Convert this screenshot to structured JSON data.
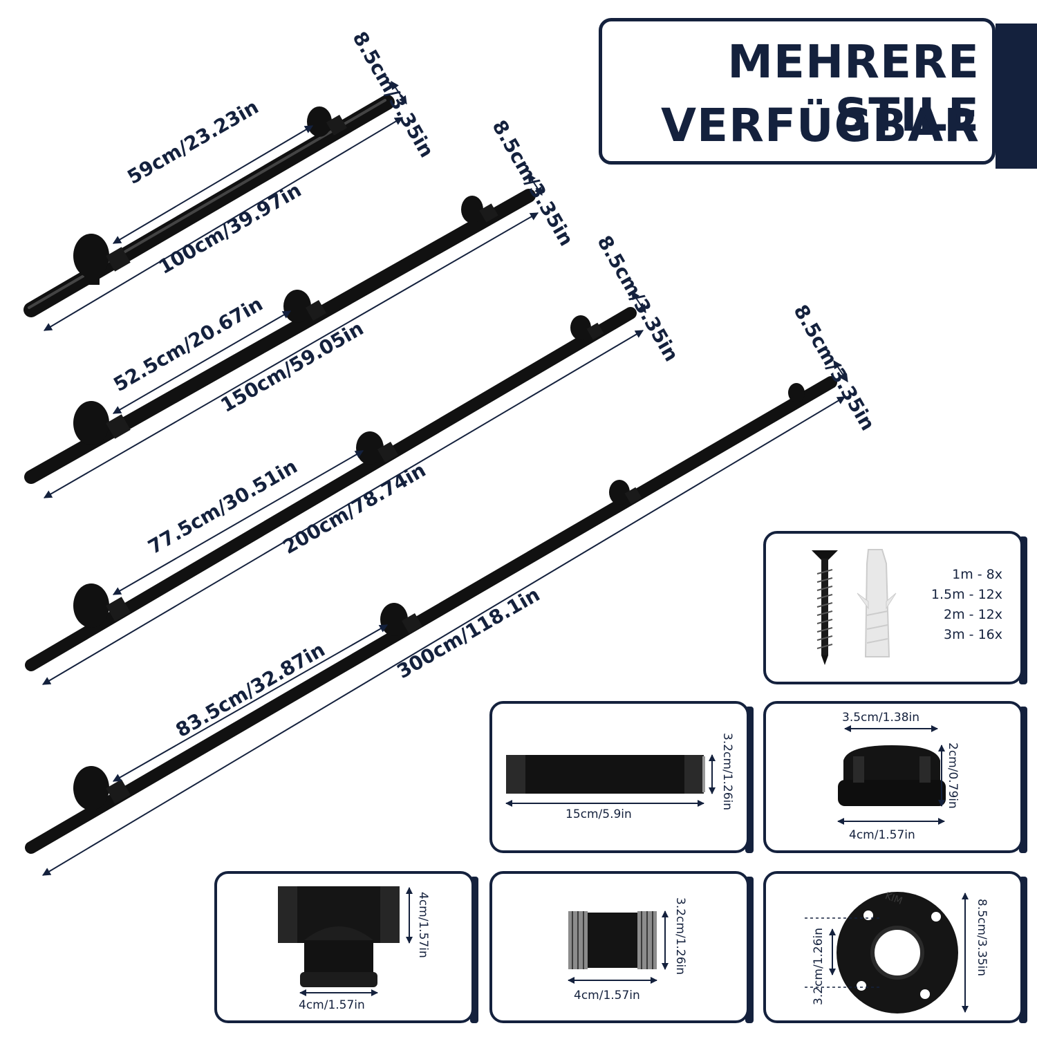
{
  "title": {
    "line1": "MEHRERE STILE",
    "line2": "VERFÜGBAR"
  },
  "rails": [
    {
      "depth": "8.5cm/3.35in",
      "spacing": "59cm/23.23in",
      "length": "100cm/39.97in"
    },
    {
      "depth": "8.5cm/3.35in",
      "spacing": "52.5cm/20.67in",
      "length": "150cm/59.05in"
    },
    {
      "depth": "8.5cm/3.35in",
      "spacing": "77.5cm/30.51in",
      "length": "200cm/78.74in"
    },
    {
      "depth": "8.5cm/3.35in",
      "spacing": "83.5cm/32.87in",
      "length": "300cm/118.1in"
    }
  ],
  "screws": {
    "q1": "1m - 8x",
    "q2": "1.5m - 12x",
    "q3": "2m - 12x",
    "q4": "3m - 16x"
  },
  "parts": {
    "pipe": {
      "height": "3.2cm/1.26in",
      "width": "15cm/5.9in"
    },
    "cap": {
      "top": "3.5cm/1.38in",
      "height": "2cm/0.79in",
      "bottom": "4cm/1.57in"
    },
    "tee": {
      "height": "4cm/1.57in",
      "width": "4cm/1.57in"
    },
    "nipple": {
      "height": "3.2cm/1.26in",
      "width": "4cm/1.57in"
    },
    "flange": {
      "inner": "3.2cm/1.26in",
      "outer": "8.5cm/3.35in",
      "brand": "KIM"
    }
  }
}
